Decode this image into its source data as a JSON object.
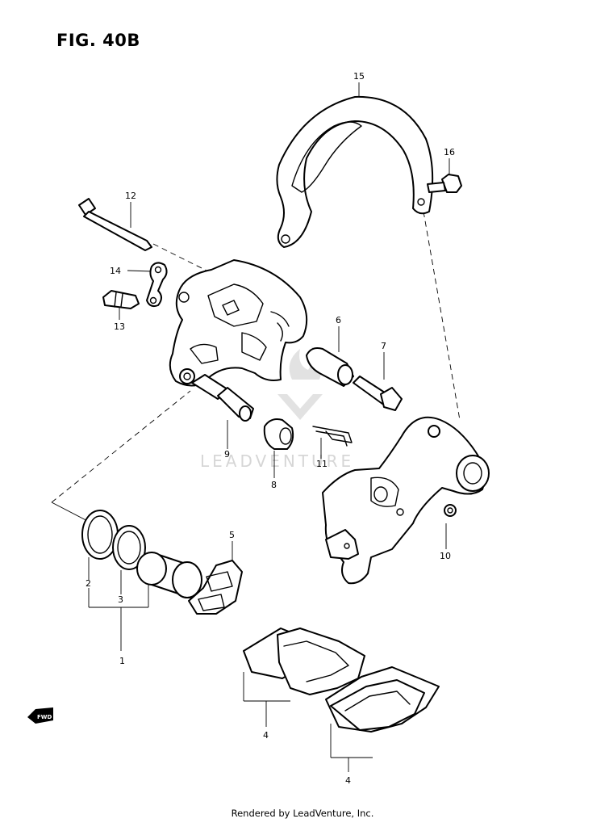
{
  "figure": {
    "title": "FIG. 40B",
    "watermark": "LEADVENTURE",
    "footer": "Rendered by LeadVenture, Inc.",
    "fwd_label": "FWD"
  },
  "callouts": [
    "1",
    "2",
    "3",
    "4",
    "4",
    "5",
    "6",
    "7",
    "8",
    "9",
    "10",
    "11",
    "12",
    "13",
    "14",
    "15",
    "16"
  ],
  "colors": {
    "line": "#000000",
    "background": "#ffffff",
    "watermark": "#d6d6d6"
  }
}
